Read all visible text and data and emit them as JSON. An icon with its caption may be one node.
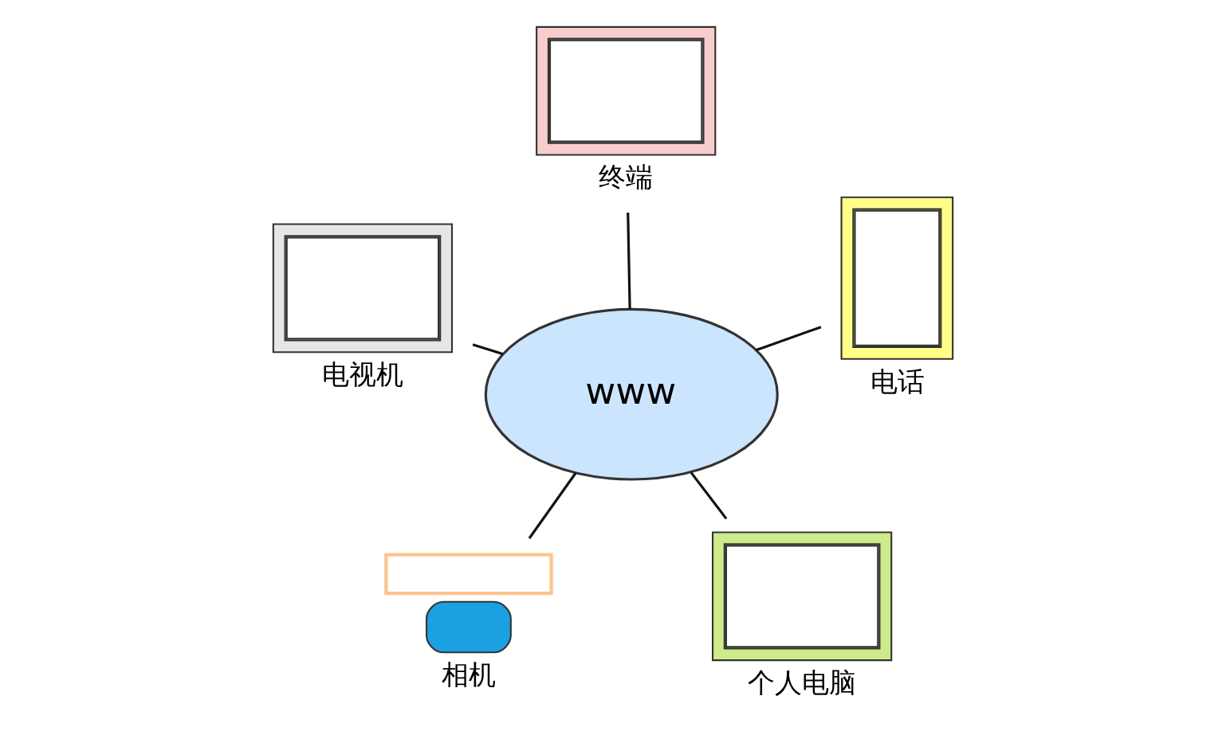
{
  "diagram": {
    "nodes": [
      {
        "text": [
          "相机"
        ]
      },
      {
        "text": [
          "个人电脑"
        ]
      },
      {
        "text": [
          "www"
        ]
      },
      {
        "text": [
          "终端"
        ]
      },
      {
        "text": [
          "电话"
        ]
      },
      {
        "text": [
          "电视机"
        ]
      }
    ],
    "edges": [
      {
        "from": 0,
        "to": 2,
        "arrow": "none"
      },
      {
        "from": 1,
        "to": 2,
        "arrow": "none"
      },
      {
        "from": 2,
        "to": 3,
        "arrow": "none"
      },
      {
        "from": 4,
        "to": 2,
        "arrow": "none"
      },
      {
        "from": 2,
        "to": 5,
        "arrow": "none"
      }
    ]
  }
}
